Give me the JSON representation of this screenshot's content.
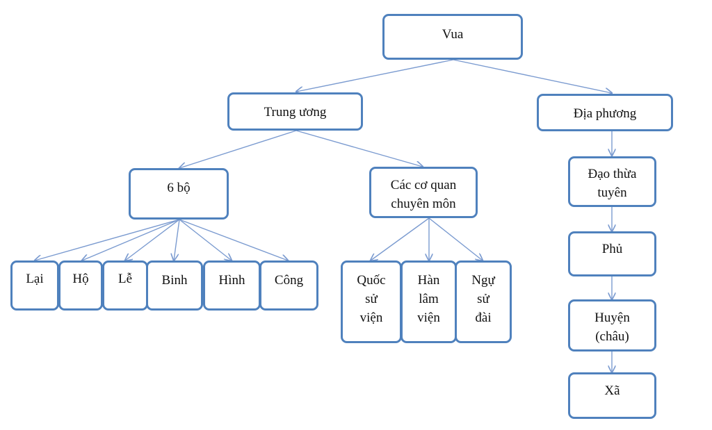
{
  "org_chart": {
    "root": {
      "label": "Vua"
    },
    "central": {
      "label": "Trung ương"
    },
    "local": {
      "label": "Địa phương"
    },
    "six_ministries": {
      "label": "6 bộ"
    },
    "specialized_agencies": {
      "label": "Các cơ quan\nchuyên môn"
    },
    "ministries": [
      {
        "label": "Lại"
      },
      {
        "label": "Hộ"
      },
      {
        "label": "Lễ"
      },
      {
        "label": "Binh"
      },
      {
        "label": "Hình"
      },
      {
        "label": "Công"
      }
    ],
    "agencies": [
      {
        "label": "Quốc\nsử\nviện"
      },
      {
        "label": "Hàn\nlâm\nviện"
      },
      {
        "label": "Ngự\nsử\nđài"
      }
    ],
    "local_levels": [
      {
        "label": "Đạo thừa\ntuyên"
      },
      {
        "label": "Phủ"
      },
      {
        "label": "Huyện\n(châu)"
      },
      {
        "label": "Xã"
      }
    ],
    "colors": {
      "border": "#4f81bd",
      "connector": "#7b9bd0",
      "text": "#111111"
    }
  }
}
